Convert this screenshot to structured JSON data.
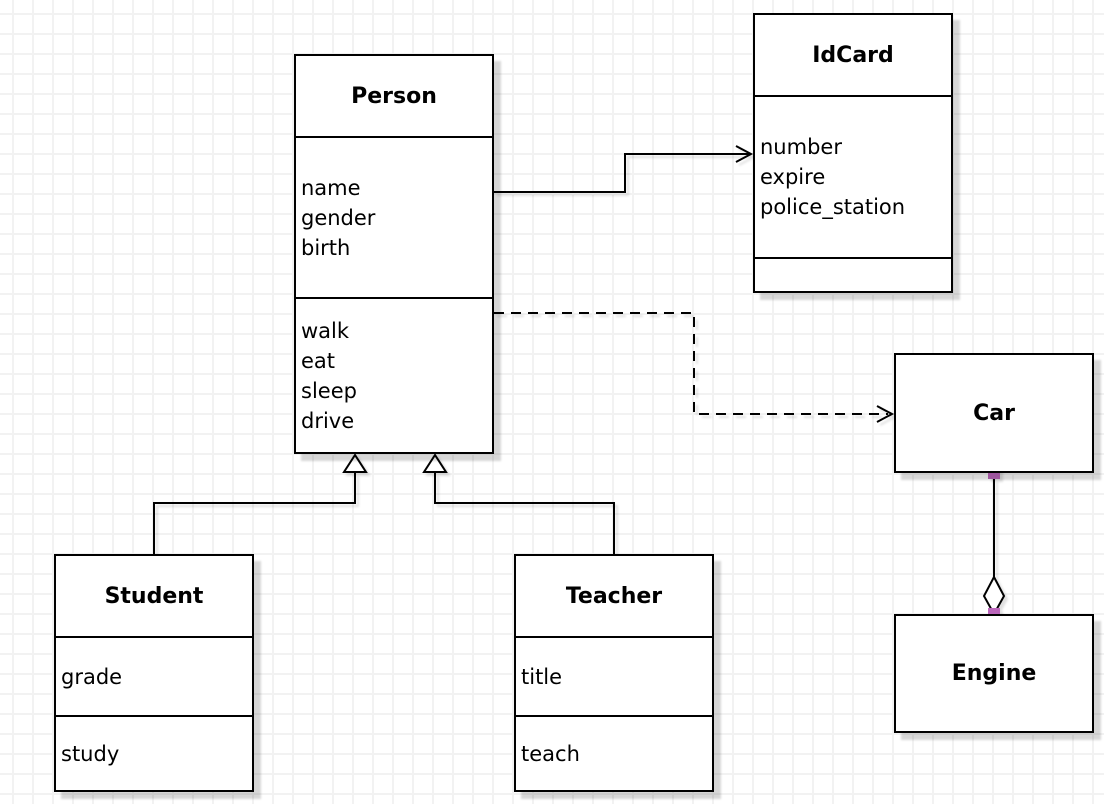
{
  "classes": {
    "person": {
      "name": "Person",
      "attributes": [
        "name",
        "gender",
        "birth"
      ],
      "methods": [
        "walk",
        "eat",
        "sleep",
        "drive"
      ]
    },
    "idcard": {
      "name": "IdCard",
      "attributes": [
        "number",
        "expire",
        "police_station"
      ],
      "methods": []
    },
    "car": {
      "name": "Car",
      "attributes": [],
      "methods": []
    },
    "engine": {
      "name": "Engine",
      "attributes": [],
      "methods": []
    },
    "student": {
      "name": "Student",
      "attributes": [
        "grade"
      ],
      "methods": [
        "study"
      ]
    },
    "teacher": {
      "name": "Teacher",
      "attributes": [
        "title"
      ],
      "methods": [
        "teach"
      ]
    }
  },
  "relationships": [
    {
      "type": "association",
      "from": "Person",
      "to": "IdCard",
      "style": "solid-open-arrow"
    },
    {
      "type": "dependency",
      "from": "Person",
      "to": "Car",
      "style": "dashed-open-arrow"
    },
    {
      "type": "generalization",
      "from": "Student",
      "to": "Person",
      "style": "solid-hollow-triangle"
    },
    {
      "type": "generalization",
      "from": "Teacher",
      "to": "Person",
      "style": "solid-hollow-triangle"
    },
    {
      "type": "aggregation",
      "from": "Car",
      "to": "Engine",
      "style": "solid-hollow-diamond"
    }
  ],
  "colors": {
    "connection_point": "#bb66bb",
    "shape_border": "#000000",
    "shape_fill": "#ffffff",
    "grid_line": "#f2f2f2",
    "canvas_background": "#ffffff",
    "shadow": "#cccccc"
  }
}
